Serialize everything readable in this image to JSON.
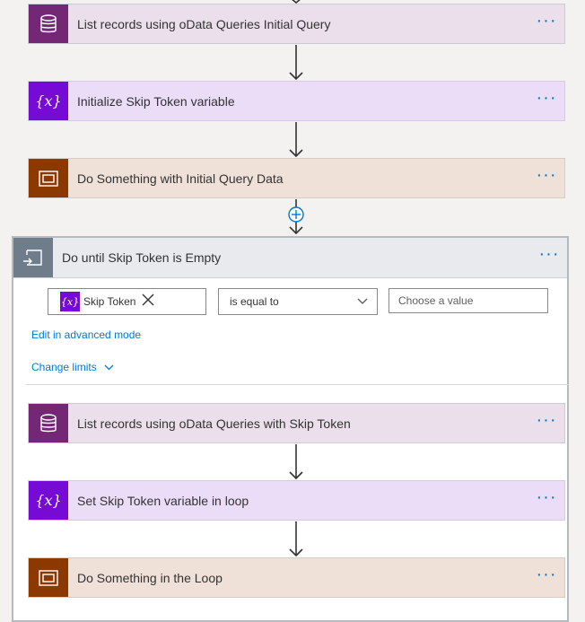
{
  "steps": [
    {
      "title": "List records using oData Queries Initial Query",
      "more": "···",
      "icon": "database-icon"
    },
    {
      "title": "Initialize Skip Token variable",
      "more": "···",
      "icon": "variable-icon"
    },
    {
      "title": "Do Something with Initial Query Data",
      "more": "···",
      "icon": "scope-icon"
    }
  ],
  "loop": {
    "title": "Do until Skip Token is Empty",
    "more": "···",
    "condition": {
      "token_label": "Skip Token",
      "token_icon_text": "{x}",
      "operator": "is equal to",
      "value_placeholder": "Choose a value"
    },
    "advanced_link": "Edit in advanced mode",
    "limits_link": "Change limits",
    "steps": [
      {
        "title": "List records using oData Queries with Skip Token",
        "more": "···",
        "icon": "database-icon"
      },
      {
        "title": "Set Skip Token variable in loop",
        "more": "···",
        "icon": "variable-icon"
      },
      {
        "title": "Do Something in the Loop",
        "more": "···",
        "icon": "scope-icon"
      }
    ]
  },
  "colors": {
    "database": "#742774",
    "variable": "#770bd6",
    "control": "#8c3900",
    "loop_header": "#6f7c8a",
    "link": "#0078d4"
  }
}
